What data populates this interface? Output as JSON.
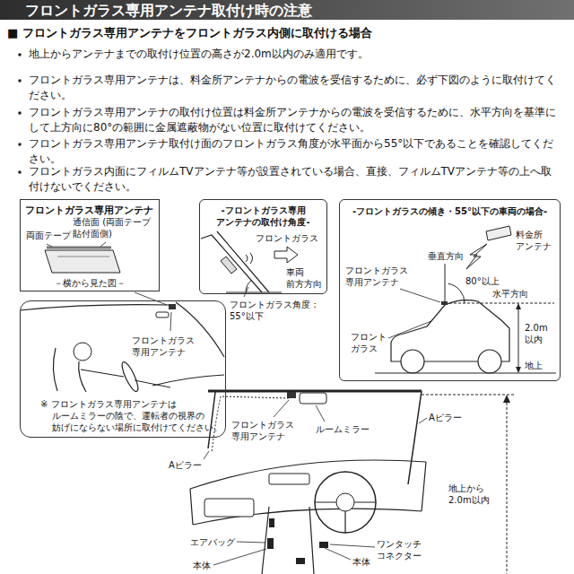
{
  "diagram": {
    "title": "フロントガラス専用アンテナ取付け時の注意",
    "nodes": [
      {
        "text": [
          "フロントガラス専用アンテナ",
          "両面テープ",
          "通信面 (両面テープ 貼付面側)",
          "－横から見た図－"
        ]
      },
      {
        "text": [
          "-フロントガラス専用 アンテナの取付け角度-",
          "フロントガラス",
          "車両 前方方向"
        ]
      },
      {
        "text": [
          "-フロントガラスの傾き・55°以下の車両の場合-",
          "料金所 アンテナ",
          "垂直方向",
          "フロントガラス 専用アンテナ",
          "80°以上",
          "水平方向",
          "フロント ガラス",
          "2.0m 以内",
          "地上"
        ]
      },
      {
        "text": [
          "フロントガラス 専用アンテナ",
          "※ フロントガラス専用アンテナは ルームミラーの陰で、運転者の視界の 妨げにならない場所に取付けてください。"
        ]
      }
    ],
    "labels": [
      "■ フロントガラス専用アンテナをフロントガラス内側に取付ける場合",
      "地上からアンテナまでの取付け位置の高さが2.0m以内のみ適用です。",
      "フロントガラス専用アンテナは、料金所アンテナからの電波を受信するために、必ず下図のように取付けてください。",
      "フロントガラス専用アンテナの取付け位置は料金所アンテナからの電波を受信するために、水平方向を基準にして上方向に80°の範囲に金属遮蔽物がない位置に取付けてください。",
      "フロントガラス専用アンテナ取付け面のフロントガラス角度が水平面から55°以下であることを確認してください。",
      "フロントガラス内面にフィルムTVアンテナ等が設置されている場合、直接、フィルムTVアンテナ等の上へ取付けないでください。",
      "フロントガラス角度： 55°以下",
      "フロントガラス 専用アンテナ",
      "ルームミラー",
      "Aピラー",
      "Aピラー",
      "地上から 2.0m以内",
      "エアバッグ",
      "本体",
      "本体",
      "ワンタッチ コネクター"
    ]
  }
}
